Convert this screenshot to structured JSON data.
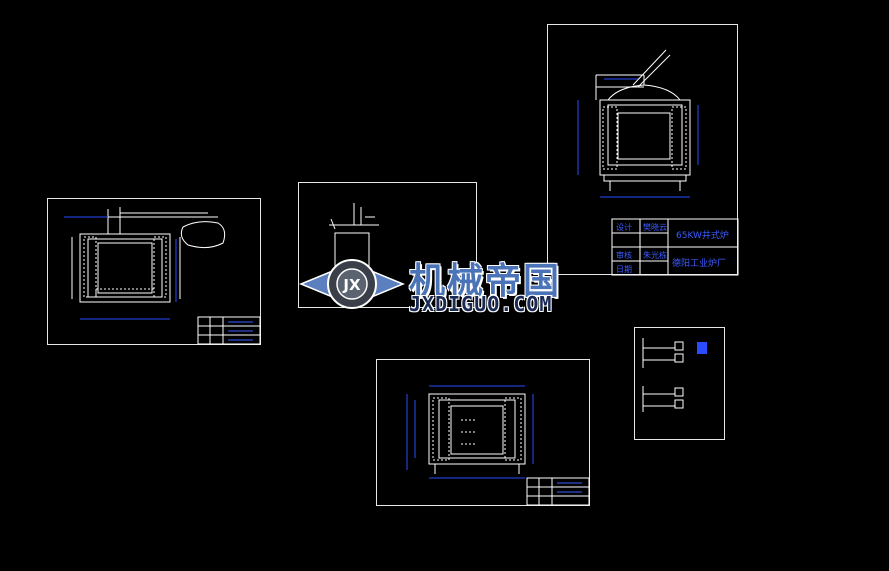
{
  "canvas": {
    "background": "#000000",
    "line_color": "#ffffff",
    "dim_color": "#2a4bff"
  },
  "title_block_main": {
    "row1_label": "设计",
    "row1_value": "樊晓云",
    "row2_label": "审核",
    "row2_value": "朱光栋",
    "row3_label": "日期",
    "drawing_name": "65KW井式炉",
    "company": "德阳工业炉厂"
  },
  "watermark": {
    "logo_text": "JX",
    "brand_cn": "机械帝国",
    "brand_en": "JXDIGUO.COM"
  }
}
